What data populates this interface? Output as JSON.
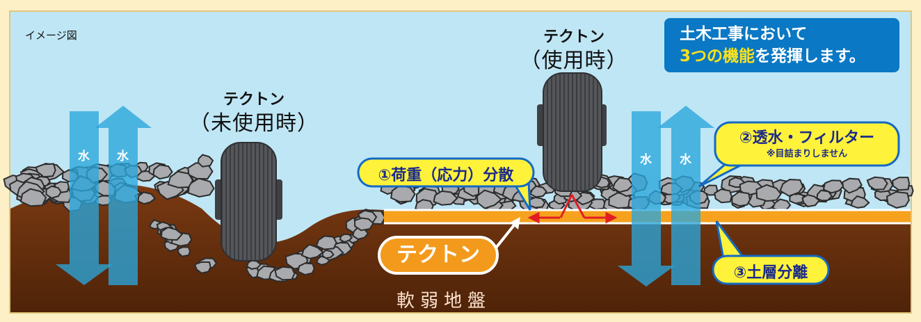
{
  "caption": "イメージ図",
  "tire_unused": {
    "name": "テクトン",
    "state": "（未使用時）"
  },
  "tire_used": {
    "name": "テクトン",
    "state": "（使用時）"
  },
  "headline": {
    "line1": "土木工事において",
    "line2_highlight": "3つの機能",
    "line2_rest": "を発揮します。"
  },
  "callouts": {
    "load": "①荷重（応力）分散",
    "permeability": "②透水・フィルター",
    "permeability_note": "※目詰まりしません",
    "separation": "③土層分離"
  },
  "water_label": "水",
  "tecton_label": "テクトン",
  "ground_label": "軟弱地盤",
  "colors": {
    "sky": "#bfe6f5",
    "soil": "#6e3310",
    "geotextile": "#f6a21e",
    "water_arrow": "#2aa6dc",
    "callout_fill": "#fff23a",
    "callout_stroke": "#1469c4",
    "headline_bg": "#0a78c4",
    "stone": "#a9aaad",
    "tire": "#4d4e52"
  }
}
